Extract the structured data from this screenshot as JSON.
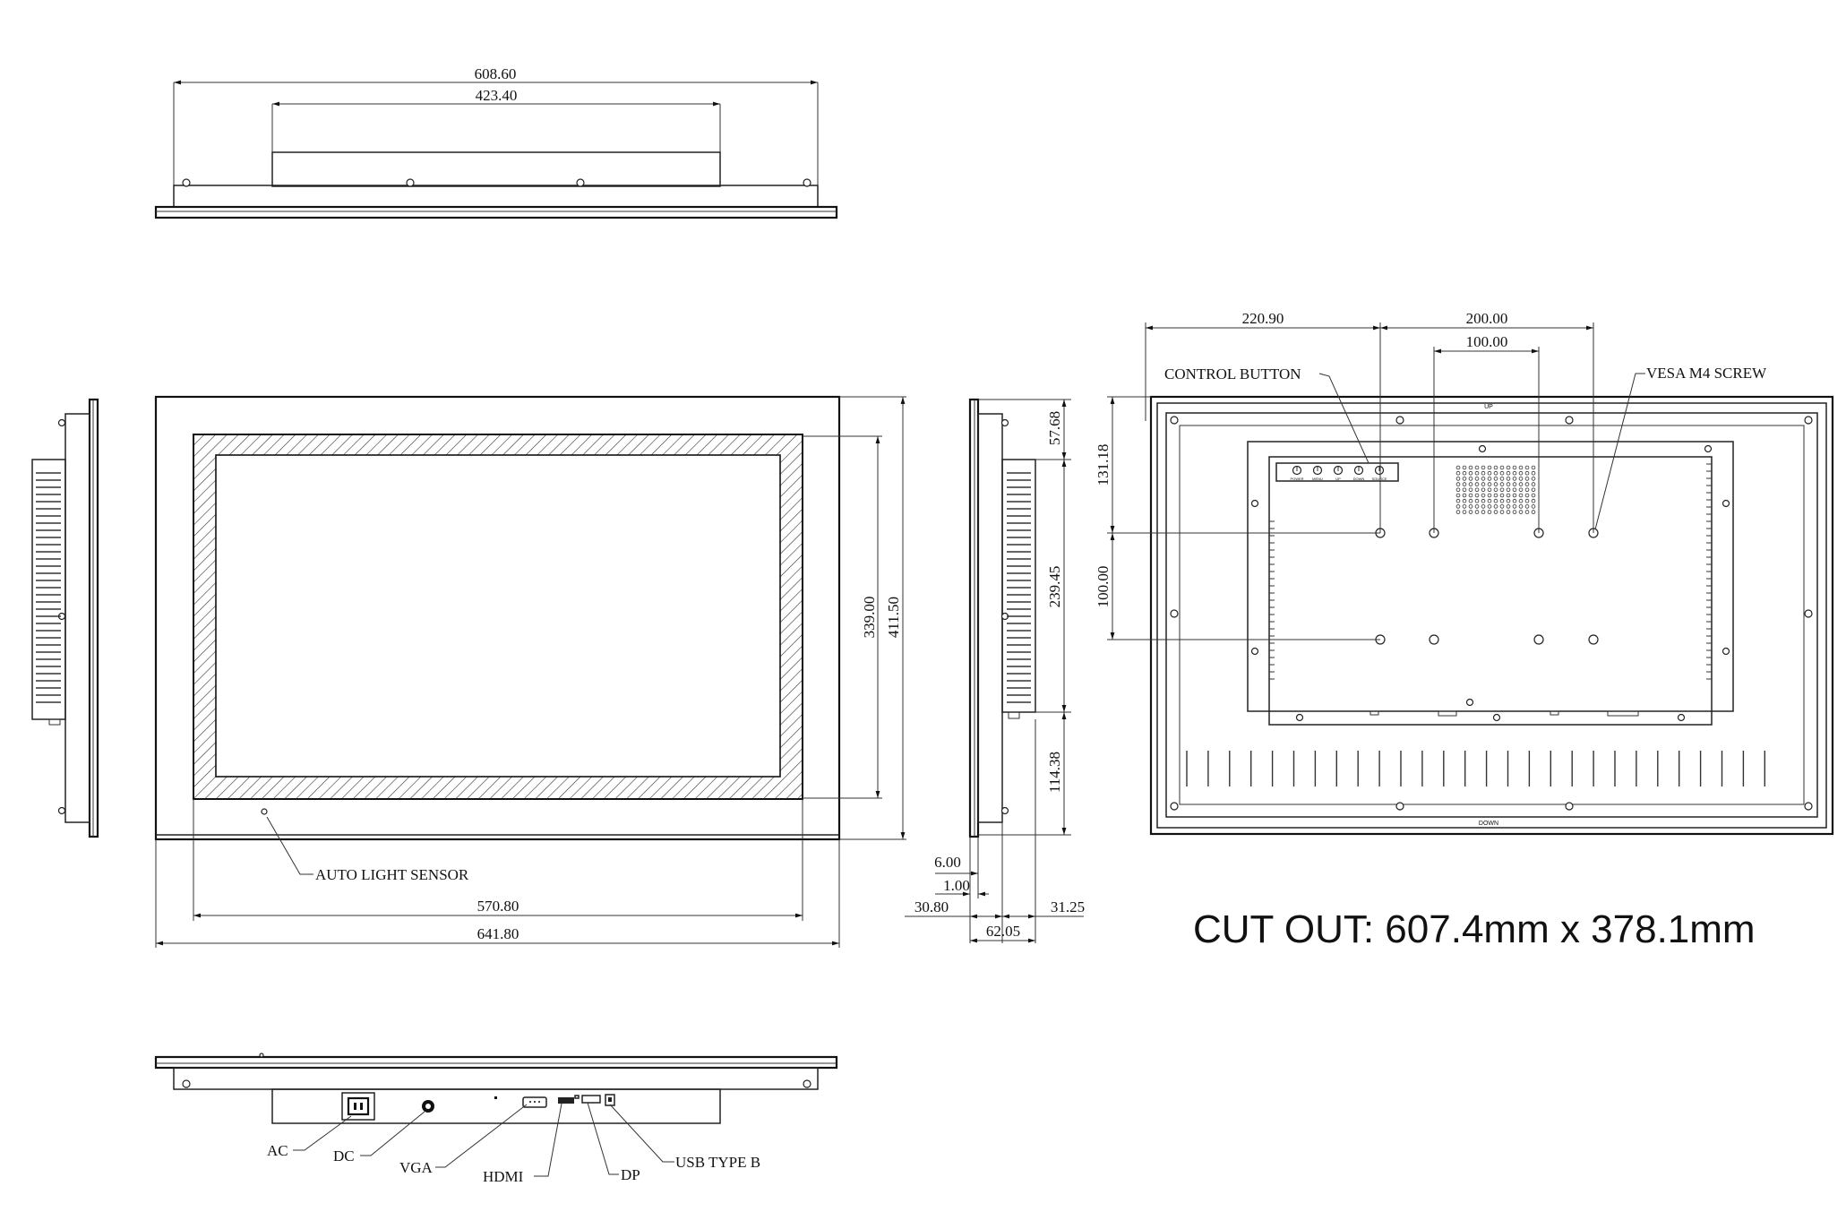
{
  "top_view": {
    "overall_width": "608.60",
    "housing_width": "423.40"
  },
  "front_view": {
    "active_area_width": "570.80",
    "overall_width": "641.80",
    "active_area_height": "339.00",
    "overall_height": "411.50",
    "sensor_label": "AUTO LIGHT SENSOR"
  },
  "side_view": {
    "top_offset": "57.68",
    "housing_height": "239.45",
    "bottom_offset": "114.38",
    "bezel_thickness": "6.00",
    "glass_thickness": "1.00",
    "depth_front": "30.80",
    "total_depth": "62.05",
    "depth_back": "31.25"
  },
  "rear_view": {
    "offset_from_edge": "220.90",
    "vesa_outer_spacing": "200.00",
    "vesa_inner_spacing": "100.00",
    "vertical_offset": "131.18",
    "vesa_vertical_spacing": "100.00",
    "control_button_label": "CONTROL BUTTON",
    "vesa_screw_label": "VESA M4 SCREW",
    "up_marker": "UP",
    "down_marker": "DOWN",
    "button_labels": [
      "POWER",
      "MENU",
      "UP",
      "DOWN",
      "SOURCE"
    ]
  },
  "cut_out": "CUT OUT: 607.4mm x 378.1mm",
  "ports": {
    "ac": "AC",
    "dc": "DC",
    "vga": "VGA",
    "hdmi": "HDMI",
    "dp": "DP",
    "usb": "USB TYPE B"
  }
}
